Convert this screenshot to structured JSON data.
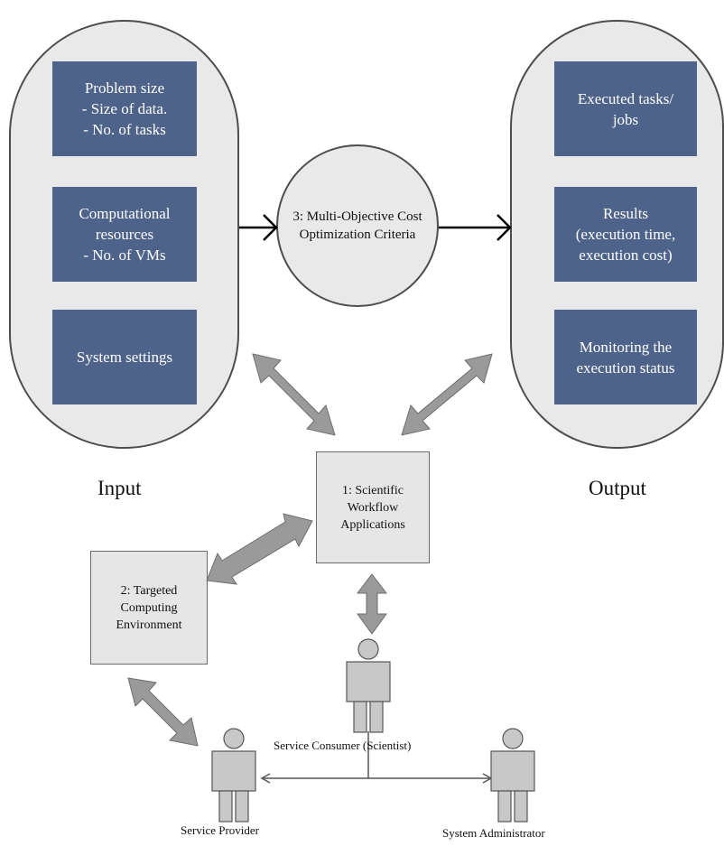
{
  "input": {
    "label": "Input",
    "boxes": [
      "Problem size\n- Size of data.\n- No. of tasks",
      "Computational\nresources\n- No. of VMs",
      "System settings"
    ]
  },
  "output": {
    "label": "Output",
    "boxes": [
      "Executed tasks/\njobs",
      "Results\n(execution time,\nexecution cost)",
      "Monitoring the\nexecution status"
    ]
  },
  "criteria": "3: Multi-Objective Cost\nOptimization Criteria",
  "workflow": "1: Scientific\nWorkflow\nApplications",
  "environment": "2: Targeted\nComputing\nEnvironment",
  "actors": {
    "consumer": "Service Consumer (Scientist)",
    "provider": "Service Provider",
    "admin": "System Administrator"
  },
  "colors": {
    "navy_box": "#4d6389",
    "capsule_fill": "#e9e9e9",
    "arrow_fill": "#9a9a9a",
    "person_fill": "#c8c8c8"
  }
}
